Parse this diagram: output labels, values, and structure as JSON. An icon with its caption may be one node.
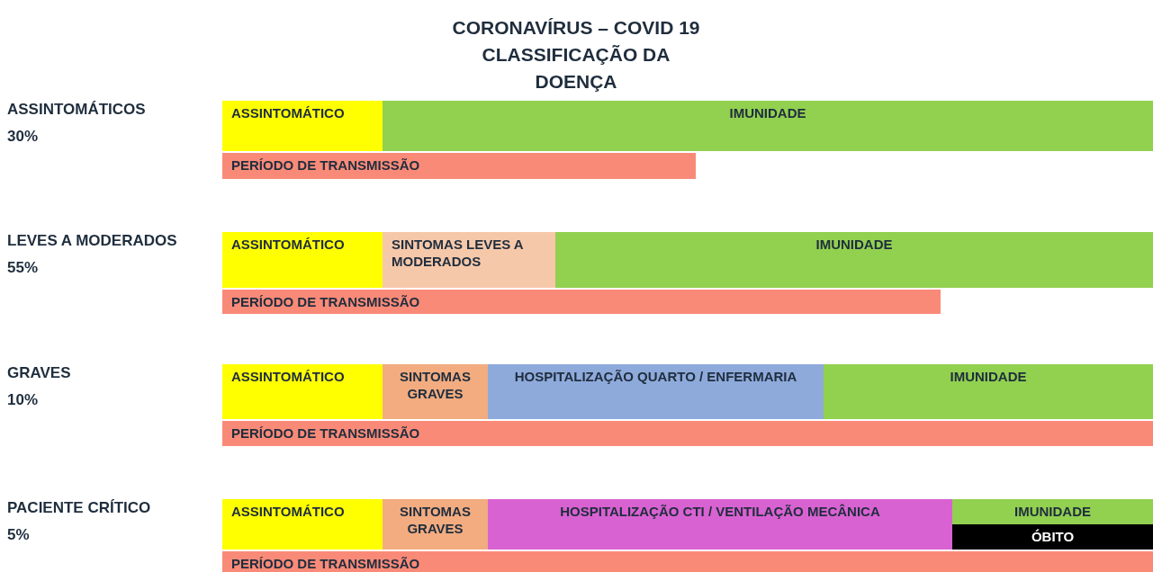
{
  "diagram": {
    "title": "CORONAVÍRUS – COVID 19 CLASSIFICAÇÃO DA DOENÇA",
    "nodes": [
      {
        "text": [
          "ASSINTOMÁTICO"
        ]
      },
      {
        "text": [
          "IMUNIDADE"
        ]
      },
      {
        "text": [
          "PERÍODO DE TRANSMISSÃO"
        ]
      },
      {
        "text": [
          "ASSINTOMÁTICO"
        ]
      },
      {
        "text": [
          "SINTOMAS LEVES A MODERADOS"
        ]
      },
      {
        "text": [
          "IMUNIDADE"
        ]
      },
      {
        "text": [
          "PERÍODO DE TRANSMISSÃO"
        ]
      },
      {
        "text": [
          "ASSINTOMÁTICO"
        ]
      },
      {
        "text": [
          "SINTOMAS GRAVES"
        ]
      },
      {
        "text": [
          "HOSPITALIZAÇÃO QUARTO / ENFERMARIA"
        ]
      },
      {
        "text": [
          "IMUNIDADE"
        ]
      },
      {
        "text": [
          "PERÍODO DE TRANSMISSÃO"
        ]
      },
      {
        "text": [
          "ASSINTOMÁTICO"
        ]
      },
      {
        "text": [
          "SINTOMAS GRAVES"
        ]
      },
      {
        "text": [
          "HOSPITALIZAÇÃO CTI / VENTILAÇÃO MECÂNICA"
        ]
      },
      {
        "text": [
          "IMUNIDADE"
        ]
      },
      {
        "text": [
          "ÓBITO"
        ]
      },
      {
        "text": [
          "PERÍODO DE TRANSMISSÃO"
        ]
      }
    ],
    "labels": [
      "ASSINTOMÁTICOS",
      "30%",
      "LEVES A MODERADOS",
      "55%",
      "GRAVES",
      "10%",
      "PACIENTE CRÍTICO",
      "5%"
    ]
  }
}
